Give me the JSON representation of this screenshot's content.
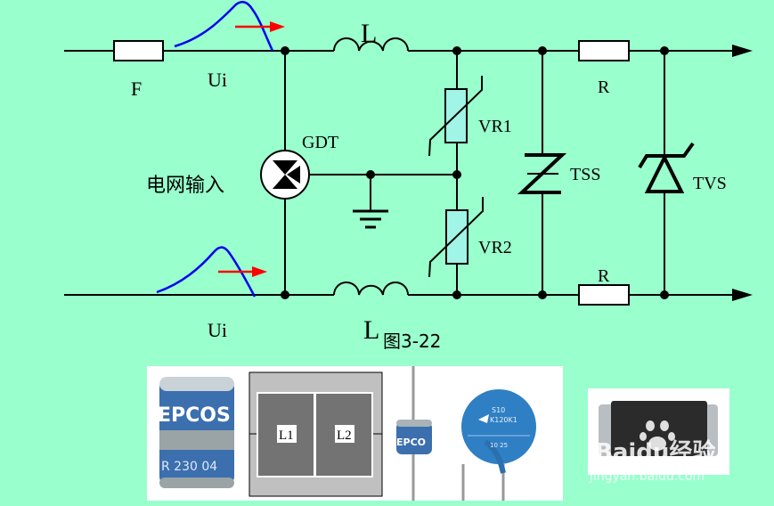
{
  "figure": {
    "caption": "图3-22",
    "input_label": "电网输入",
    "background_color": "#99ffcc"
  },
  "components": {
    "fuse": "F",
    "surge_top": "Ui",
    "surge_bottom": "Ui",
    "inductor_top": "L",
    "inductor_bottom": "L",
    "gdt": "GDT",
    "varistor_1": "VR1",
    "varistor_2": "VR2",
    "tss": "TSS",
    "tvs": "TVS",
    "resistor_top": "R",
    "resistor_bottom": "R"
  },
  "colors": {
    "wire": "#000000",
    "surge_wave": "#0000ee",
    "surge_arrow": "#ff0000",
    "varistor_fill": "#a0f5e6"
  },
  "photos": {
    "gdt_large_text_1": "EPCOS",
    "gdt_large_text_2": "R 230 04",
    "choke_label_1": "L1",
    "choke_label_2": "L2",
    "gdt_small_text": "EPCO",
    "varistor_text_1": "S10",
    "varistor_text_2": "K120K1",
    "varistor_text_3": "10 25"
  },
  "watermark": {
    "brand": "Baidu经验",
    "url": "jingyan.baidu.com"
  }
}
